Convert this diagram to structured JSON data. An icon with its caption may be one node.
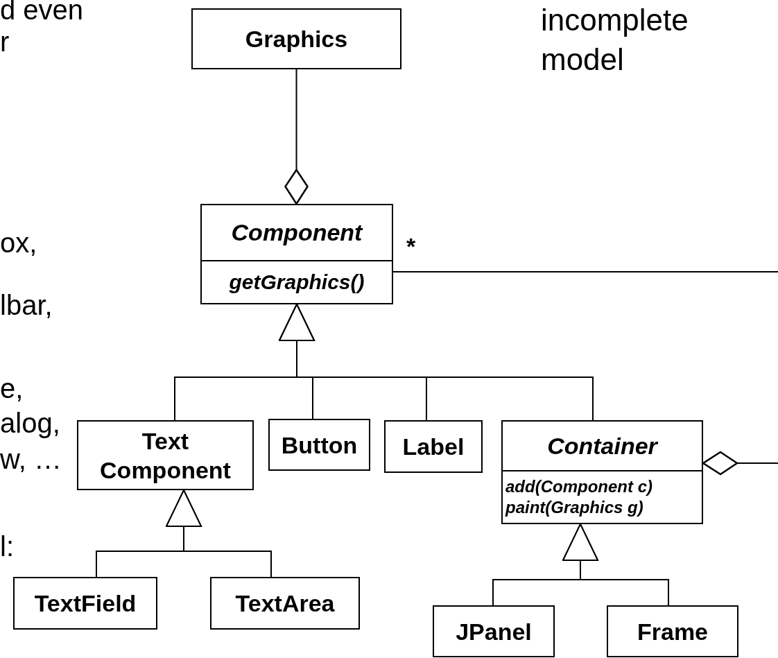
{
  "diagram": {
    "nodes": [
      {
        "text": [
          "Graphics"
        ]
      },
      {
        "text": [
          "Component",
          "getGraphics()"
        ]
      },
      {
        "text": [
          "Text Component"
        ]
      },
      {
        "text": [
          "Button"
        ]
      },
      {
        "text": [
          "Label"
        ]
      },
      {
        "text": [
          "Container",
          "add(Component c)",
          "paint(Graphics g)"
        ]
      },
      {
        "text": [
          "TextField"
        ]
      },
      {
        "text": [
          "TextArea"
        ]
      },
      {
        "text": [
          "JPanel"
        ]
      },
      {
        "text": [
          "Frame"
        ]
      }
    ],
    "edges": [
      {
        "from": 0,
        "to": 1,
        "arrow": "other"
      },
      {
        "from": 2,
        "to": 1,
        "arrow": "to"
      },
      {
        "from": 3,
        "to": 1,
        "arrow": "to"
      },
      {
        "from": 4,
        "to": 1,
        "arrow": "to"
      },
      {
        "from": 5,
        "to": 1,
        "arrow": "to"
      },
      {
        "from": 6,
        "to": 2,
        "arrow": "to"
      },
      {
        "from": 7,
        "to": 2,
        "arrow": "to"
      },
      {
        "from": 8,
        "to": 5,
        "arrow": "to"
      },
      {
        "from": 9,
        "to": 5,
        "arrow": "to"
      },
      {
        "from": 1,
        "to": null,
        "arrow": "none",
        "label": "*"
      },
      {
        "from": null,
        "to": 5,
        "arrow": "other"
      }
    ],
    "labels": [
      "d even",
      "r",
      "ox,",
      "lbar,",
      "e,",
      "alog,",
      "w, …",
      "l:",
      "incomplete model"
    ]
  }
}
